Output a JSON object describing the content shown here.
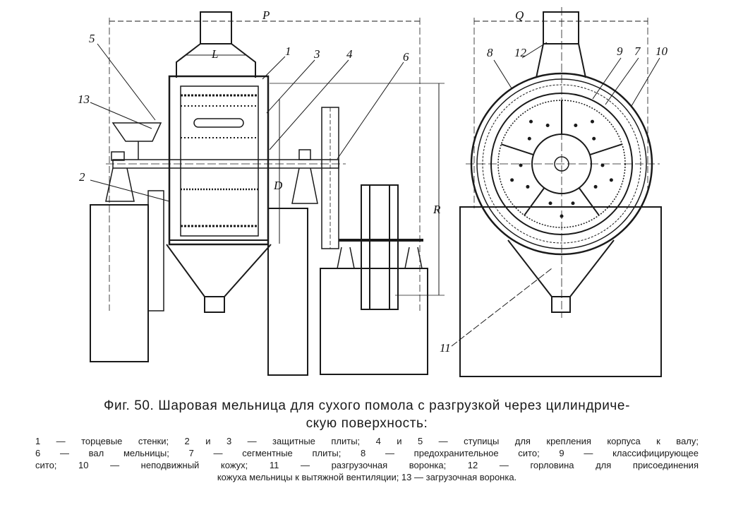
{
  "figure": {
    "dimension_labels": {
      "p": "P",
      "l": "L",
      "d": "D",
      "r": "R",
      "q": "Q"
    },
    "part_labels_side": [
      "5",
      "13",
      "2",
      "1",
      "3",
      "4",
      "6"
    ],
    "part_labels_front": [
      "8",
      "12",
      "9",
      "7",
      "10",
      "11"
    ]
  },
  "caption": {
    "title_line1": "Фиг. 50. Шаровая мельница для сухого помола с разгрузкой через цилиндриче-",
    "title_line2": "скую поверхность:",
    "legend_lines": [
      "1 — торцевые стенки; 2 и 3 — защитные плиты; 4 и 5 — ступицы для крепления корпуса к валу;",
      "6 — вал мельницы; 7 — сегментные плиты; 8 — предохранительное сито; 9 — классифицирующее",
      "сито; 10 — неподвижный кожух; 11 — разгрузочная воронка; 12 — горловина для присоединения",
      "кожуха мельницы к вытяжной вентиляции; 13 — загрузочная воронка."
    ]
  }
}
